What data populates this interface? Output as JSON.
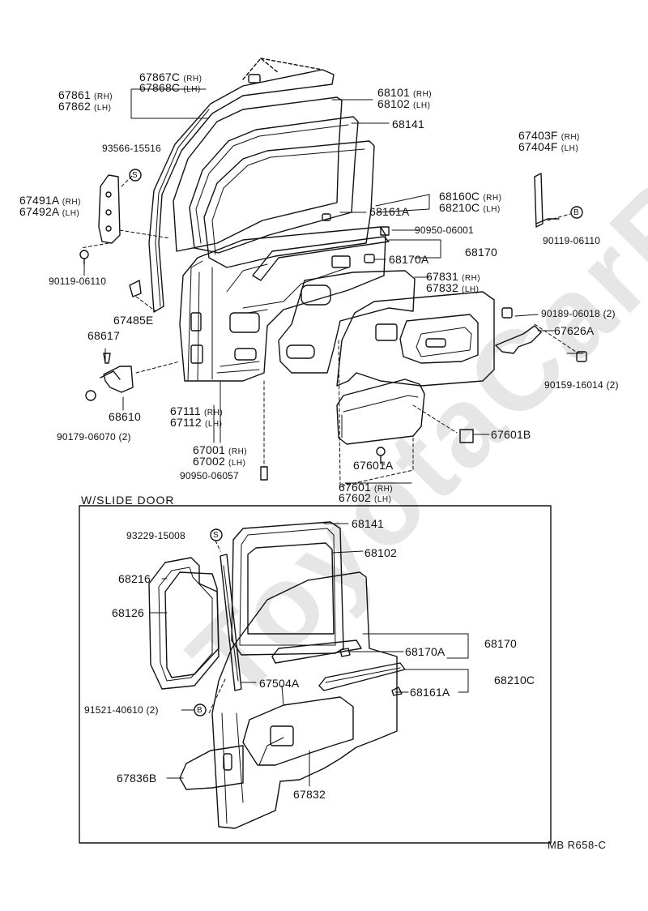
{
  "watermark": "ToyotaCarRU",
  "section_title": "W/SLIDE  DOOR",
  "diagram_code": "MB  R658-C",
  "labels": {
    "p67867": {
      "a": "67867C",
      "a_sfx": "(RH)",
      "b": "67868C",
      "b_sfx": "(LH)"
    },
    "p67861": {
      "a": "67861",
      "a_sfx": "(RH)",
      "b": "67862",
      "b_sfx": "(LH)"
    },
    "p68101": {
      "a": "68101",
      "a_sfx": "(RH)",
      "b": "68102",
      "b_sfx": "(LH)"
    },
    "p68141": "68141",
    "p93566": "93566-15516",
    "p67403": {
      "a": "67403F",
      "a_sfx": "(RH)",
      "b": "67404F",
      "b_sfx": "(LH)"
    },
    "p67491": {
      "a": "67491A",
      "a_sfx": "(RH)",
      "b": "67492A",
      "b_sfx": "(LH)"
    },
    "p68160": {
      "a": "68160C",
      "a_sfx": "(RH)",
      "b": "68210C",
      "b_sfx": "(LH)"
    },
    "p68161A": "68161A",
    "p90950_06001": "90950-06001",
    "p90119_right": "90119-06110",
    "p68170": "68170",
    "p68170A": "68170A",
    "p90119_left": "90119-06110",
    "p67831": {
      "a": "67831",
      "a_sfx": "(RH)",
      "b": "67832",
      "b_sfx": "(LH)"
    },
    "p67485E": "67485E",
    "p90189": "90189-06018 (2)",
    "p67626A": "67626A",
    "p68617": "68617",
    "p90159": "90159-16014 (2)",
    "p68610": "68610",
    "p67111": {
      "a": "67111",
      "a_sfx": "(RH)",
      "b": "67112",
      "b_sfx": "(LH)"
    },
    "p90179": "90179-06070 (2)",
    "p67601B": "67601B",
    "p67001": {
      "a": "67001",
      "a_sfx": "(RH)",
      "b": "67002",
      "b_sfx": "(LH)"
    },
    "p90950_06057": "90950-06057",
    "p67601A": "67601A",
    "p67601": {
      "a": "67601",
      "a_sfx": "(RH)",
      "b": "67602",
      "b_sfx": "(LH)"
    },
    "s_93229": "93229-15008",
    "s_68141": "68141",
    "s_68102": "68102",
    "s_68216": "68216",
    "s_68126": "68126",
    "s_68170A": "68170A",
    "s_68170": "68170",
    "s_68161A": "68161A",
    "s_68210C": "68210C",
    "s_67504A": "67504A",
    "s_91521": "91521-40610 (2)",
    "s_67836B": "67836B",
    "s_67832": "67832"
  },
  "callout_letters": {
    "s": "S",
    "b": "B"
  }
}
